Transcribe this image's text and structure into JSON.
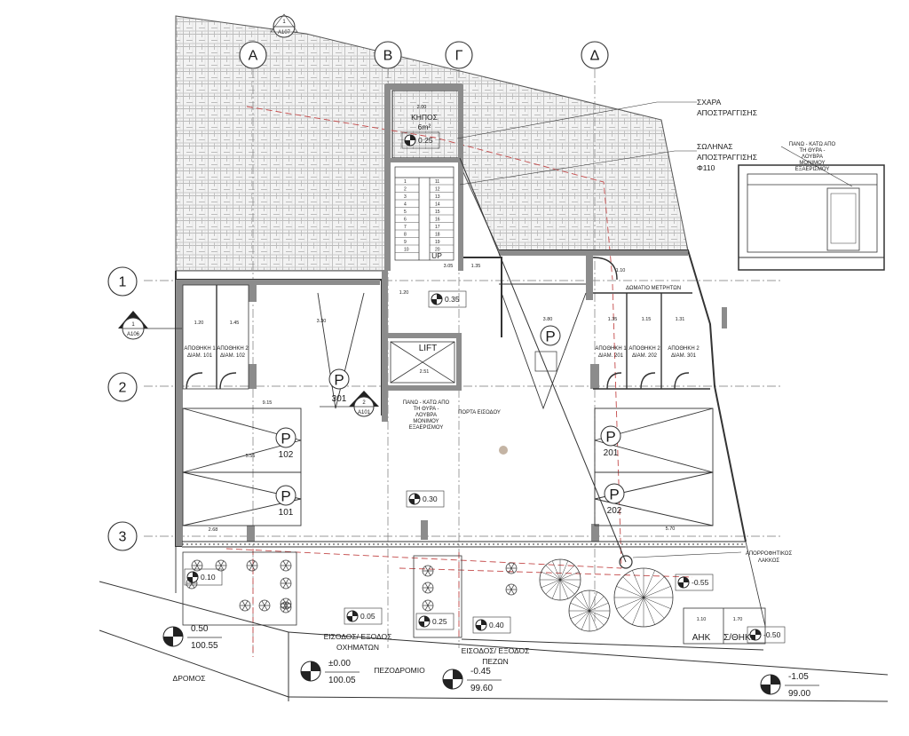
{
  "grid_columns": [
    "Α",
    "Β",
    "Γ",
    "Δ"
  ],
  "grid_rows": [
    "1",
    "2",
    "3"
  ],
  "section_marks": [
    {
      "num": "1",
      "sheet": "A107"
    },
    {
      "num": "1",
      "sheet": "A106"
    },
    {
      "num": "2",
      "sheet": "A101"
    }
  ],
  "rooms": {
    "garden": {
      "title": "ΚΗΠΟΣ",
      "area": "6m²"
    },
    "lift": "LIFT",
    "stair_up": "UP",
    "stair_steps": [
      "1",
      "2",
      "3",
      "4",
      "5",
      "6",
      "7",
      "8",
      "9",
      "10",
      "11",
      "12",
      "13",
      "14",
      "15",
      "16",
      "17",
      "18",
      "19",
      "20"
    ],
    "meters_room": "ΔΩΜΑΤΙΟ ΜΕΤΡΗΤΩΝ",
    "storage_1": "ΑΠΟΘΗΚΗ 1",
    "storage_2": "ΑΠΟΘΗΚΗ 2",
    "storage_101": "ΔΙΑΜ. 101",
    "storage_102": "ΔΙΑΜ. 102",
    "storage_201": "ΔΙΑΜ. 201",
    "storage_202": "ΔΙΑΜ. 202",
    "storage_301": "ΔΙΑΜ. 301",
    "door_label": "ΠΟΡΤΑ ΕΙΣΟΔΟΥ",
    "akk": "ΑΗΚ",
    "bins": "Σ/ΘΗΚΗ"
  },
  "parking": [
    {
      "symbol": "P",
      "num": "301"
    },
    {
      "symbol": "P",
      "num": ""
    },
    {
      "symbol": "P",
      "num": "102"
    },
    {
      "symbol": "P",
      "num": "101"
    },
    {
      "symbol": "P",
      "num": "201"
    },
    {
      "symbol": "P",
      "num": "202"
    }
  ],
  "annotations": {
    "grate": [
      "ΣΧΑΡΑ",
      "ΑΠΟΣΤΡΑΓΓΙΣΗΣ"
    ],
    "pipe": [
      "ΣΩΛΗΝΑΣ",
      "ΑΠΟΣΤΡΑΓΓΙΣΗΣ",
      "Φ110"
    ],
    "detail_note": [
      "ΠΑΝΩ - ΚΑΤΩ ΑΠΟ",
      "ΤΗ ΘΥΡΑ -",
      "ΛΟΥΒΡΑ",
      "ΜΟΝΙΜΟΥ",
      "ΕΞΑΕΡΙΣΜΟΥ"
    ],
    "louvre_note": [
      "ΠΑΝΩ - ΚΑΤΩ ΑΠΟ",
      "ΤΗ ΘΥΡΑ -",
      "ΛΟΥΒΡΑ",
      "ΜΟΝΙΜΟΥ",
      "ΕΞΑΕΡΙΣΜΟΥ"
    ],
    "drain": [
      "ΑΠΟΡΡΟΦΗΤΙΚΟΣ",
      "ΛΑΚΚΟΣ"
    ],
    "vehicle_entry": [
      "ΕΙΣΟΔΟΣ/ ΕΞΟΔΟΣ",
      "ΟΧΗΜΑΤΩΝ"
    ],
    "ped_entry": [
      "ΕΙΣΟΔΟΣ/ ΕΞΟΔΟΣ",
      "ΠΕΖΩΝ"
    ],
    "sidewalk": "ΠΕΖΟΔΡΟΜΙΟ",
    "road": "ΔΡΟΜΟΣ"
  },
  "levels": [
    {
      "rel": "0.50",
      "abs": "100.55"
    },
    {
      "rel": "±0.00",
      "abs": "100.05"
    },
    {
      "rel": "-0.45",
      "abs": "99.60"
    },
    {
      "rel": "-1.05",
      "abs": "99.00"
    },
    {
      "rel": "0.35",
      "abs": ""
    },
    {
      "rel": "0.25",
      "abs": ""
    },
    {
      "rel": "0.30",
      "abs": ""
    },
    {
      "rel": "0.10",
      "abs": ""
    },
    {
      "rel": "0.05",
      "abs": ""
    },
    {
      "rel": "0.25",
      "abs": ""
    },
    {
      "rel": "0.40",
      "abs": ""
    },
    {
      "rel": "-0.55",
      "abs": ""
    },
    {
      "rel": "-0.50",
      "abs": ""
    }
  ],
  "dimensions": [
    "2.00",
    "1.20",
    "1.45",
    "3.30",
    "3.80",
    "1.35",
    "1.15",
    "1.31",
    "1.35",
    "1.20",
    "2.68",
    "5.70",
    "1.10",
    "1.70",
    "9.15",
    "5.55",
    "3.05",
    "2.51",
    "1.10"
  ],
  "colors": {
    "line": "#1a1a1a",
    "wall": "#8c8c8c",
    "red_dash": "#c44a4a",
    "hatch": "#c7c7c7",
    "hatch_bg": "#f2f2f2",
    "dot": "#c4b4a4"
  }
}
